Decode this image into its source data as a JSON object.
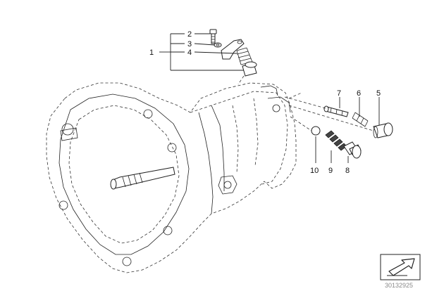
{
  "callouts": {
    "c1": "1",
    "c2": "2",
    "c3": "3",
    "c4": "4",
    "c5": "5",
    "c6": "6",
    "c7": "7",
    "c8": "8",
    "c9": "9",
    "c10": "10"
  },
  "document_number": "30132925",
  "icons": {
    "arrow": "arrow-icon"
  }
}
